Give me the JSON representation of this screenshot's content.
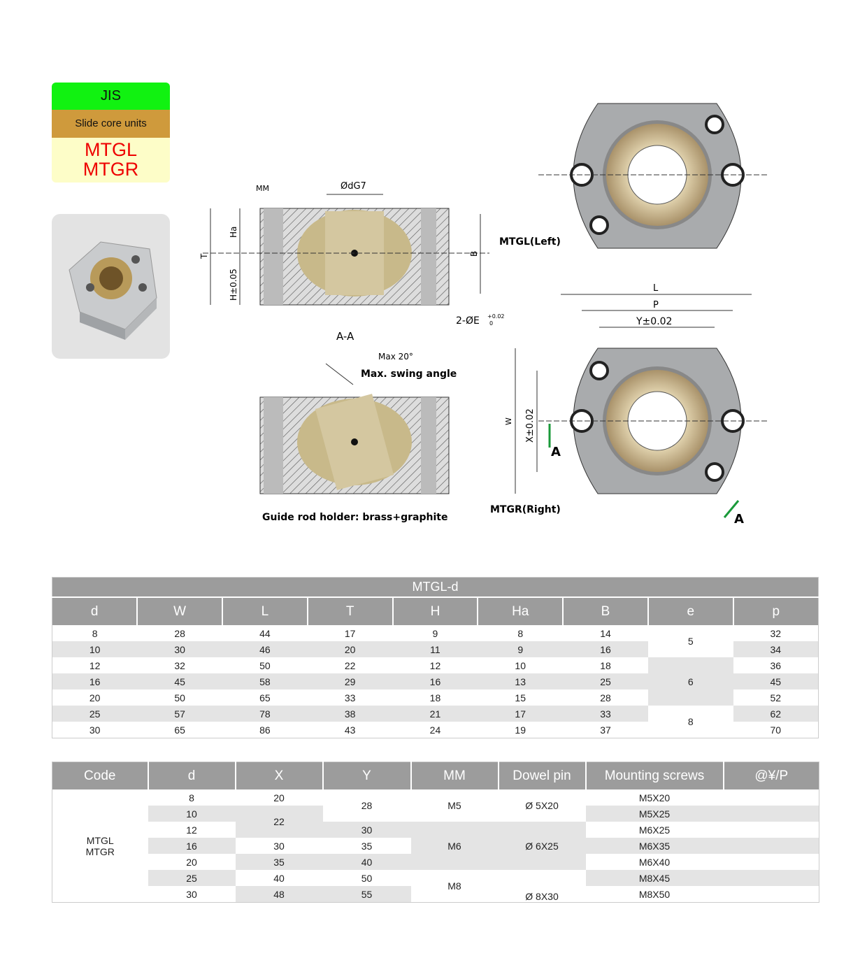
{
  "badge": {
    "standard": "JIS",
    "category": "Slide core units",
    "code1": "MTGL",
    "code2": "MTGR"
  },
  "drawing": {
    "mm": "MM",
    "bore": "ØdG7",
    "t": "T",
    "ha": "Ha",
    "h": "H±0.05",
    "b": "B",
    "e": "2-ØE",
    "e_tol_up": "+0.02",
    "e_tol_low": "0",
    "section": "A-A",
    "max_angle": "Max 20°",
    "swing_label": "Max. swing angle",
    "holder_label": "Guide rod holder: brass+graphite",
    "left_label": "MTGL(Left)",
    "right_label": "MTGR(Right)",
    "l": "L",
    "p": "P",
    "y": "Y±0.02",
    "w": "W",
    "x": "X±0.02",
    "a1": "A",
    "a2": "A"
  },
  "table1": {
    "title": "MTGL-d",
    "headers": [
      "d",
      "W",
      "L",
      "T",
      "H",
      "Ha",
      "B",
      "e",
      "p"
    ],
    "rows": [
      [
        "8",
        "28",
        "44",
        "17",
        "9",
        "8",
        "14",
        "5",
        "32"
      ],
      [
        "10",
        "30",
        "46",
        "20",
        "11",
        "9",
        "16",
        "",
        "34"
      ],
      [
        "12",
        "32",
        "50",
        "22",
        "12",
        "10",
        "18",
        "6",
        "36"
      ],
      [
        "16",
        "45",
        "58",
        "29",
        "16",
        "13",
        "25",
        "",
        "45"
      ],
      [
        "20",
        "50",
        "65",
        "33",
        "18",
        "15",
        "28",
        "",
        "52"
      ],
      [
        "25",
        "57",
        "78",
        "38",
        "21",
        "17",
        "33",
        "8",
        "62"
      ],
      [
        "30",
        "65",
        "86",
        "43",
        "24",
        "19",
        "37",
        "",
        "70"
      ]
    ]
  },
  "table2": {
    "headers": [
      "Code",
      "d",
      "X",
      "Y",
      "MM",
      "Dowel pin",
      "Mounting screws",
      "@¥/P"
    ],
    "code1": "MTGL",
    "code2": "MTGR",
    "d": [
      "8",
      "10",
      "12",
      "16",
      "20",
      "25",
      "30"
    ],
    "x": [
      "20",
      "22",
      "30",
      "35",
      "40",
      "48"
    ],
    "y": [
      "28",
      "30",
      "35",
      "40",
      "50",
      "55"
    ],
    "mm": [
      "M5",
      "M6",
      "M8"
    ],
    "dowel": [
      "Ø 5X20",
      "Ø 6X25",
      "Ø 8X30"
    ],
    "screws": [
      "M5X20",
      "M5X25",
      "M6X25",
      "M6X35",
      "M6X40",
      "M8X45",
      "M8X50"
    ]
  }
}
